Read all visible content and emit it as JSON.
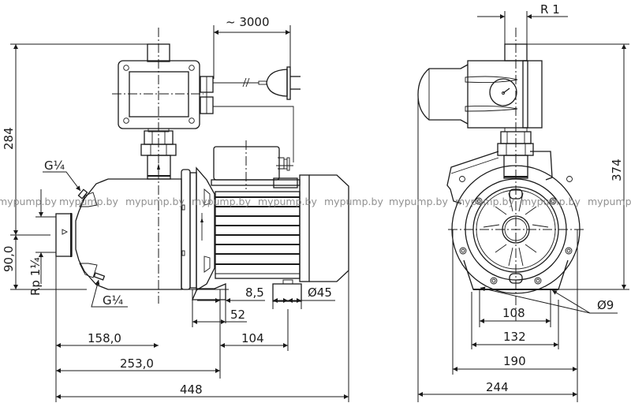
{
  "drawing": {
    "title": "Pump with pressure switch — dimensional drawing",
    "views": [
      "side-view",
      "front-view"
    ],
    "watermark": "mypump.by",
    "side_view": {
      "dimensions": {
        "cable_length": "~ 3000",
        "height_total": "284",
        "inlet_height": "90,0",
        "inlet_thread": "Rp 1¼",
        "plug_top": "G¼",
        "plug_bottom": "G¼",
        "foot_hole": "8,5",
        "foot_width": "52",
        "foot_dia": "Ø45",
        "to_outlet": "158,0",
        "to_foot": "253,0",
        "foot_spacing": "104",
        "length_total": "448"
      }
    },
    "front_view": {
      "dimensions": {
        "outlet_thread": "R 1",
        "height_total": "374",
        "hole_dia": "Ø9",
        "foot_inner": "108",
        "foot_outer": "132",
        "body_width": "190",
        "width_total": "244"
      }
    }
  }
}
